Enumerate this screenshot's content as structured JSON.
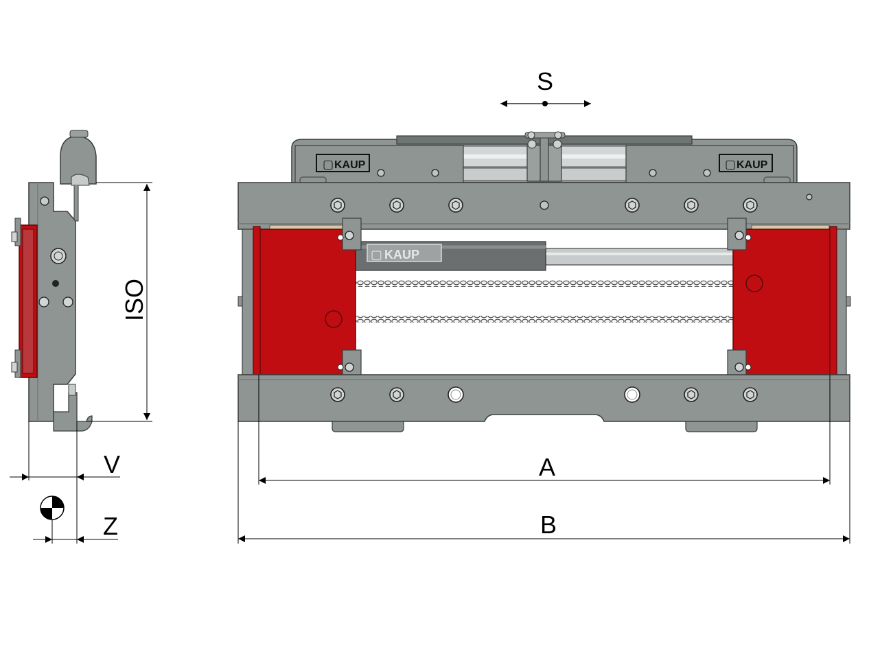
{
  "labels": {
    "stroke": "S",
    "iso": "ISO",
    "v": "V",
    "z": "Z",
    "a": "A",
    "b": "B"
  },
  "brand": {
    "logo_text": "KAUP"
  },
  "colors": {
    "frame": "#8e9593",
    "frame_dark": "#6f7573",
    "clamp_red": "#c00d12",
    "cylinder": "#6c6f70",
    "rod": "#c7cbcc",
    "outline": "#3a3d3c"
  }
}
